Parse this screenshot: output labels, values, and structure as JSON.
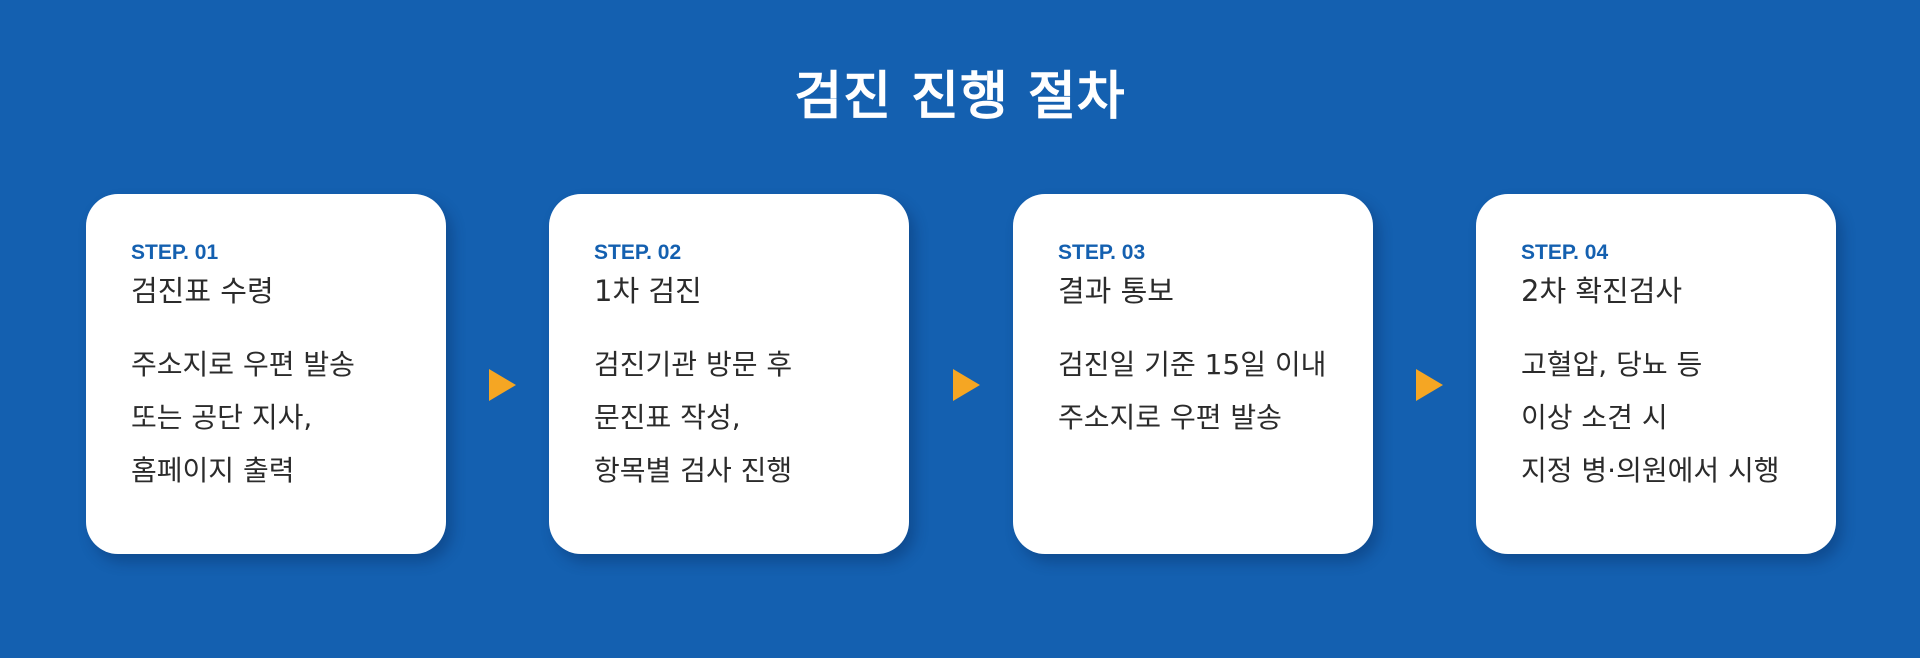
{
  "title": "검진 진행 절차",
  "steps": [
    {
      "label": "STEP. 01",
      "name": "검진표 수령",
      "lines": [
        "주소지로 우편 발송",
        "또는 공단 지사,",
        "홈페이지 출력"
      ]
    },
    {
      "label": "STEP. 02",
      "name": "1차 검진",
      "lines": [
        "검진기관 방문 후",
        "문진표 작성,",
        "항목별 검사 진행"
      ]
    },
    {
      "label": "STEP. 03",
      "name": "결과 통보",
      "lines": [
        "검진일 기준 15일 이내",
        "주소지로 우편 발송"
      ]
    },
    {
      "label": "STEP. 04",
      "name": "2차 확진검사",
      "lines": [
        "고혈압, 당뇨 등",
        "이상 소견 시",
        "지정 병·의원에서 시행"
      ]
    }
  ],
  "colors": {
    "background": "#1460b0",
    "card": "#ffffff",
    "accent": "#1460b0",
    "arrow": "#f5a623",
    "text": "#2b2b2b"
  },
  "icons": {
    "arrow": "arrow-right-icon"
  }
}
